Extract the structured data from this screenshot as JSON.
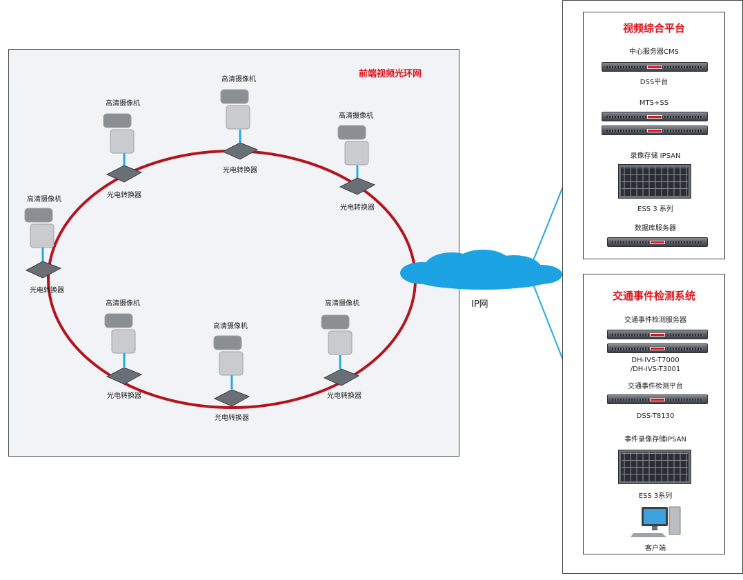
{
  "front_ring": {
    "title": "前端视频光环网",
    "camera_label": "高清摄像机",
    "converter_label": "光电转换器"
  },
  "network": {
    "label": "IP网"
  },
  "video_platform": {
    "title": "视频综合平台",
    "items": {
      "cms_label": "中心服务器CMS",
      "dss_label": "DSS平台",
      "mts_label": "MTS+SS",
      "ipsan_label": "录像存储 IPSAN",
      "ess_label": "ESS 3 系列",
      "db_label": "数据库服务器"
    }
  },
  "traffic_system": {
    "title": "交通事件检测系统",
    "items": {
      "detect_server_label": "交通事件检测服务器",
      "ivs_line1": "DH-IVS-T7000",
      "ivs_line2": "/DH-IVS-T3001",
      "detect_platform_label": "交通事件检测平台",
      "dss_t8130_label": "DSS-T8130",
      "event_ipsan_label": "事件录像存储IPSAN",
      "ess_label": "ESS 3系列",
      "client_label": "客户端"
    }
  },
  "colors": {
    "ring": "#b3141d",
    "link": "#23a8e0",
    "cloud": "#1ba3e3",
    "title_red": "#d9141c"
  }
}
